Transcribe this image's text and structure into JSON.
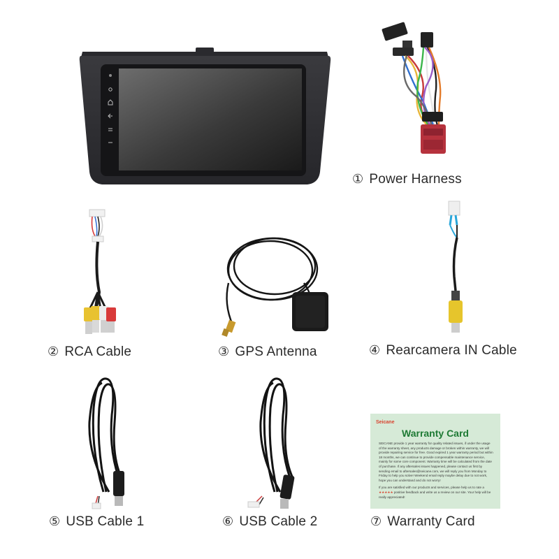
{
  "items": [
    {
      "num": "①",
      "label": "Power Harness"
    },
    {
      "num": "②",
      "label": "RCA Cable"
    },
    {
      "num": "③",
      "label": "GPS Antenna"
    },
    {
      "num": "④",
      "label": "Rearcamera IN Cable"
    },
    {
      "num": "⑤",
      "label": "USB Cable 1"
    },
    {
      "num": "⑥",
      "label": "USB Cable 2"
    },
    {
      "num": "⑦",
      "label": "Warranty Card"
    }
  ],
  "warranty_card": {
    "brand": "Seicane",
    "title": "Warranty Card",
    "para1": "SEICANE provide 1 year warranty for quality related issues, if under the usage of the warranty sheet, any products damage or broken within warranty, we will provide repairing service for free. Good expired 1 year warranty period but within 18 months, we can continue to provide compensable maintenance service, mainly for some core component. Warranty time will be calculated from the date of purchase. If any aftersales issues happened, please contact us first by sending email to aftersales@seicane.com, we will reply you from Monday to Friday to help you solve! Weekend email reply maybe delay due to not work, hope you can understand and do not worry!",
    "para2_a": "If you are satisfied with our products and services, please help us to rate a",
    "stars": "★★★★★",
    "para2_b": "positive feedback and write us a review on our site. Your help will be really appreciated!"
  }
}
